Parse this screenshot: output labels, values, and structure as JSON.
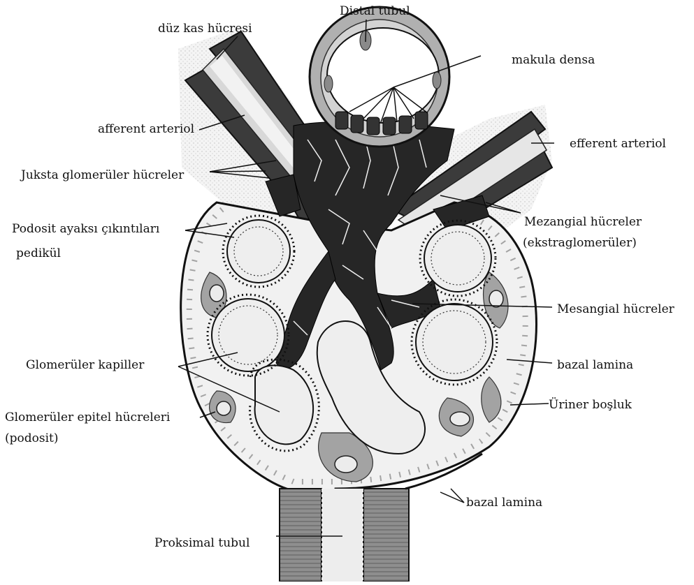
{
  "diagram": {
    "labels": {
      "distal_tubul": "Distal tubul",
      "duz_kas": "düz kas hücresi",
      "makula_densa": "makula densa",
      "afferent": "afferent arteriol",
      "efferent": "efferent arteriol",
      "juksta": "Juksta glomerüler hücreler",
      "podosit_ayak": "Podosit ayaksı çıkıntıları",
      "pedikul": "pedikül",
      "mezangial_extra": "Mezangial hücreler",
      "ekstra": "(ekstraglomerüler)",
      "mesangial": "Mesangial hücreler",
      "glom_kapiller": "Glomerüler kapiller",
      "bazal1": "bazal lamina",
      "uriner": "Üriner boşluk",
      "glom_epitel": "Glomerüler epitel hücreleri",
      "podosit": "(podosit)",
      "bazal2": "bazal lamina",
      "proksimal": "Proksimal tubul"
    },
    "colors": {
      "outline": "#111111",
      "light_fill": "#ececec",
      "mid_fill": "#9a9a9a",
      "dark_cells": "#2a2a2a",
      "background": "#ffffff"
    }
  }
}
